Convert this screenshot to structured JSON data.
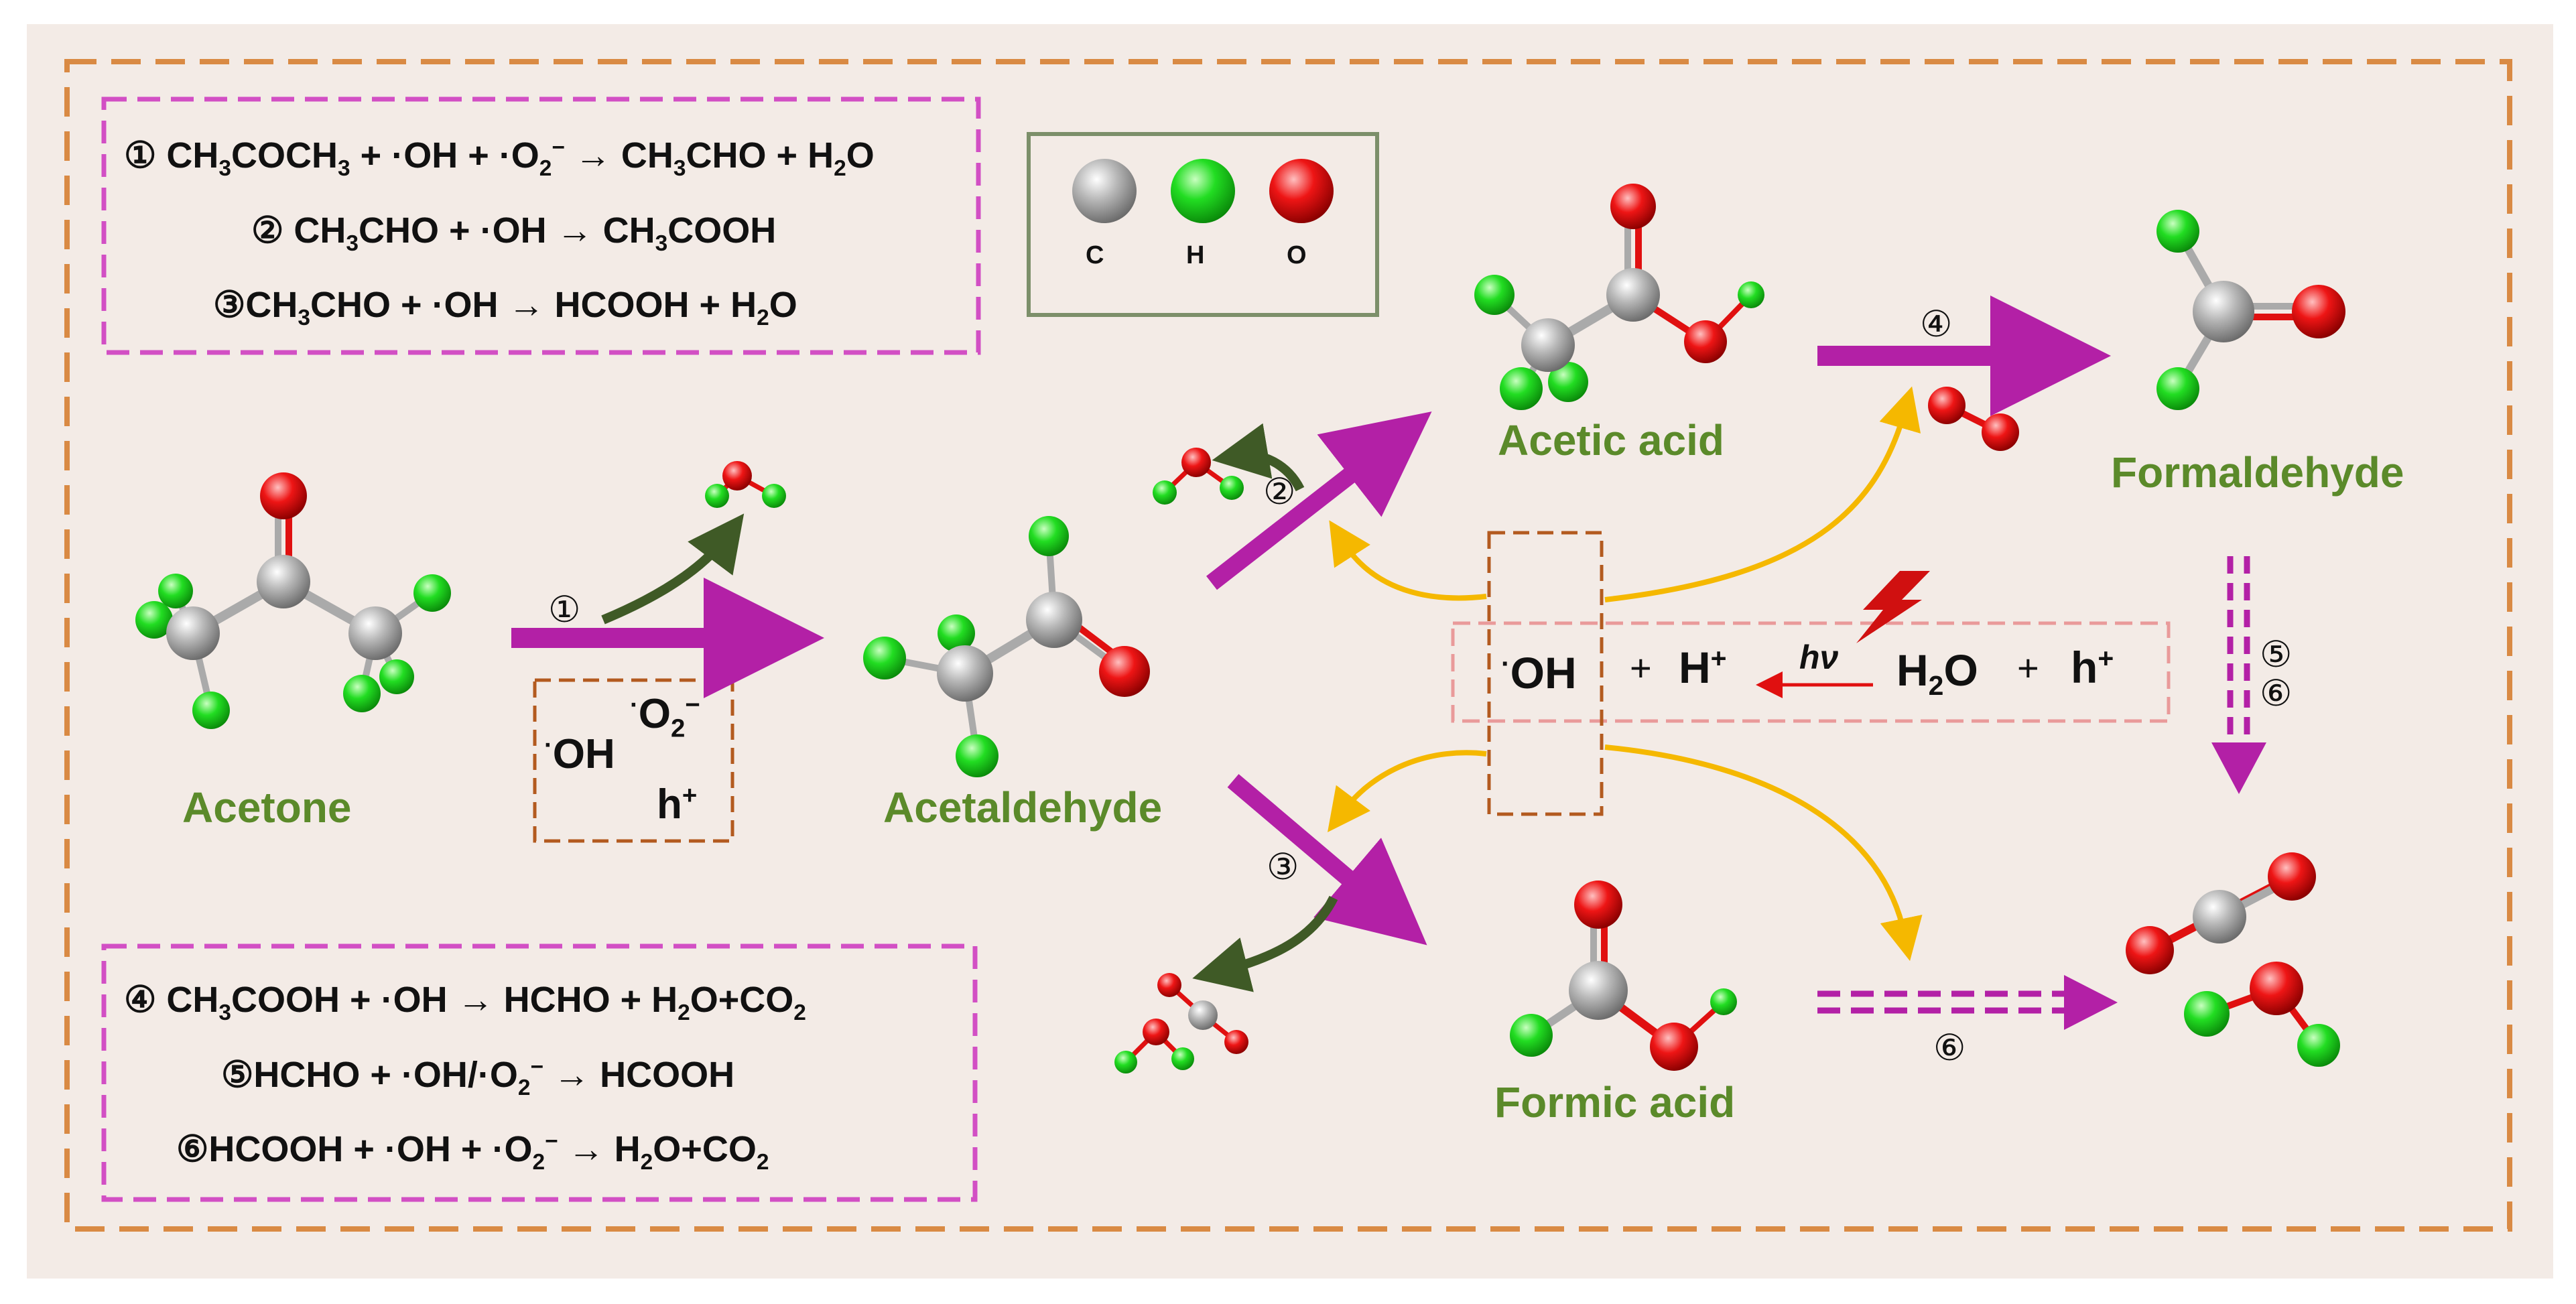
{
  "equations_top": [
    "① CH₃COCH₃ + ·OH + ·O₂⁻ → CH₃CHO + H₂O",
    "② CH₃CHO + ·OH → CH₃COOH",
    "③CH₃CHO + ·OH → HCOOH + H₂O"
  ],
  "equations_bottom": [
    "④ CH₃COOH + ·OH → HCHO + H₂O+CO₂",
    "⑤HCHO + ·OH/·O₂⁻ → HCOOH",
    "⑥HCOOH + ·OH + ·O₂⁻ → H₂O+CO₂"
  ],
  "legend": {
    "c": "C",
    "h": "H",
    "o": "O"
  },
  "labels": {
    "acetone": "Acetone",
    "acetaldehyde": "Acetaldehyde",
    "acetic_acid": "Acetic acid",
    "formaldehyde": "Formaldehyde",
    "formic_acid": "Formic acid"
  },
  "step_numbers": {
    "s1": "①",
    "s2": "②",
    "s3": "③",
    "s4": "④",
    "s5": "⑤",
    "s6a": "⑥",
    "s6b": "⑥"
  },
  "radicals_box": {
    "oh": "·OH",
    "o2": "·O₂⁻",
    "h": "h⁺"
  },
  "photo": {
    "oh": "·OH",
    "plus1": "+",
    "hplus": "H⁺",
    "hv": "hν",
    "h2o": "H₂O",
    "plus2": "+",
    "hole": "h⁺"
  },
  "colors": {
    "carbon": "#a9a9a9",
    "hydrogen": "#22dd22",
    "oxygen": "#e01010",
    "magenta": "#b320a6",
    "dark_green": "#3f5a26",
    "yellow": "#f5b800",
    "label_green": "#5b8a2a",
    "orange_dash": "#d98a44",
    "background": "#f3ebe6"
  }
}
